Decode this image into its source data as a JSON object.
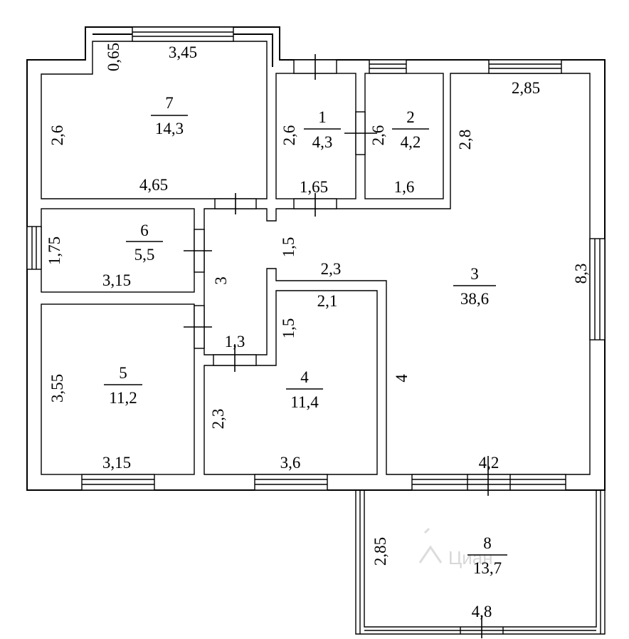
{
  "rooms": [
    {
      "number": "1",
      "area": "4,3"
    },
    {
      "number": "2",
      "area": "4,2"
    },
    {
      "number": "3",
      "area": "38,6"
    },
    {
      "number": "4",
      "area": "11,4"
    },
    {
      "number": "5",
      "area": "11,2"
    },
    {
      "number": "6",
      "area": "5,5"
    },
    {
      "number": "7",
      "area": "14,3"
    },
    {
      "number": "8",
      "area": "13,7"
    }
  ],
  "dims": {
    "d_065": "0,65",
    "d_345": "3,45",
    "d_26_r7": "2,6",
    "d_465": "4,65",
    "d_26_r1": "2,6",
    "d_165": "1,65",
    "d_26_r2": "2,6",
    "d_16": "1,6",
    "d_285_top": "2,85",
    "d_28": "2,8",
    "d_175": "1,75",
    "d_315_r6": "3,15",
    "d_15_top": "1,5",
    "d_3": "3",
    "d_23_hall": "2,3",
    "d_21": "2,1",
    "d_15_bot": "1,5",
    "d_13": "1,3",
    "d_83": "8,3",
    "d_355": "3,55",
    "d_315_r5": "3,15",
    "d_23_r4": "2,3",
    "d_36": "3,6",
    "d_4": "4",
    "d_42": "4,2",
    "d_285_bal": "2,85",
    "d_48": "4,8"
  },
  "watermark": "Циан"
}
